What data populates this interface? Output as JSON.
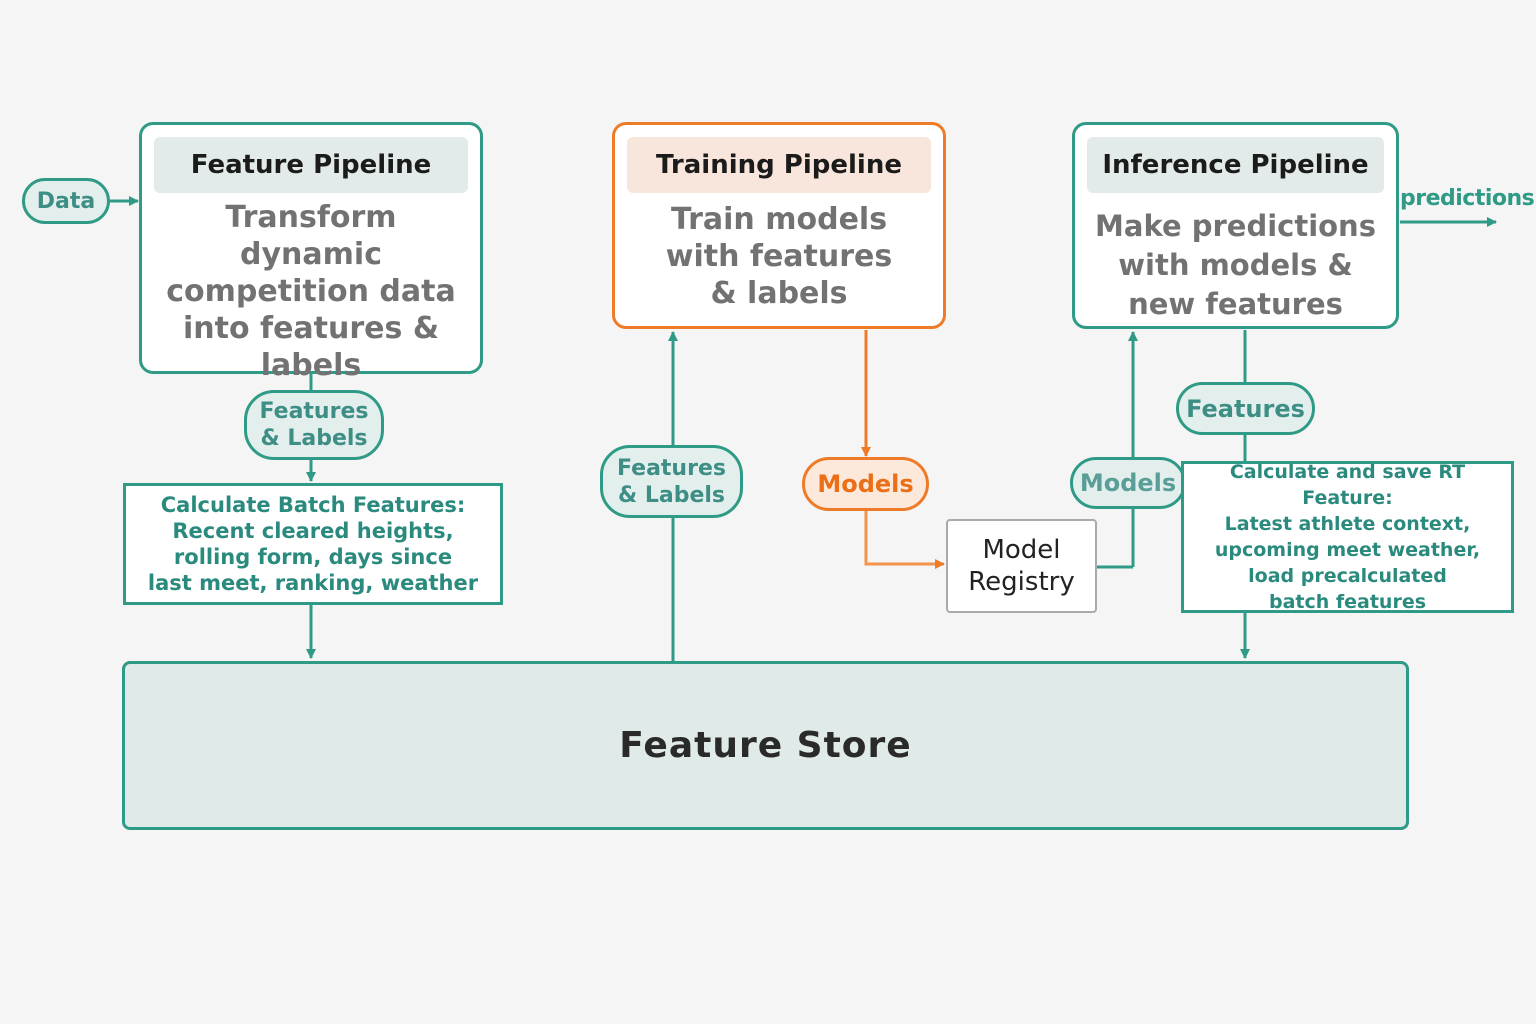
{
  "inputs": {
    "data_label": "Data"
  },
  "outputs": {
    "predictions_label": "predictions"
  },
  "feature_pipeline": {
    "title": "Feature Pipeline",
    "description_lines": [
      "Transform",
      "dynamic",
      "competition data",
      "into features &",
      "labels"
    ]
  },
  "training_pipeline": {
    "title": "Training Pipeline",
    "description_lines": [
      "Train models",
      "with features",
      "& labels"
    ]
  },
  "inference_pipeline": {
    "title": "Inference Pipeline",
    "description_lines": [
      "Make predictions",
      "with models &",
      "new features"
    ]
  },
  "badges": {
    "feature_pipeline_output": [
      "Features",
      "& Labels"
    ],
    "training_input": [
      "Features",
      "& Labels"
    ],
    "training_output": "Models",
    "inference_models": "Models",
    "inference_features": "Features"
  },
  "batch_features": {
    "lines": [
      "Calculate Batch Features:",
      "Recent cleared heights,",
      "rolling form, days since",
      "last meet, ranking, weather"
    ]
  },
  "rt_features": {
    "lines": [
      "Calculate and save RT Feature:",
      "Latest athlete context,",
      "upcoming meet weather,",
      "load precalculated",
      "batch features"
    ]
  },
  "model_registry": {
    "lines": [
      "Model",
      "Registry"
    ]
  },
  "feature_store": {
    "label": "Feature Store"
  },
  "colors": {
    "teal": "#2f9a85",
    "orange": "#ee7b27",
    "store_fill": "#e0ebe9",
    "registry_border": "#aaaaaa"
  }
}
